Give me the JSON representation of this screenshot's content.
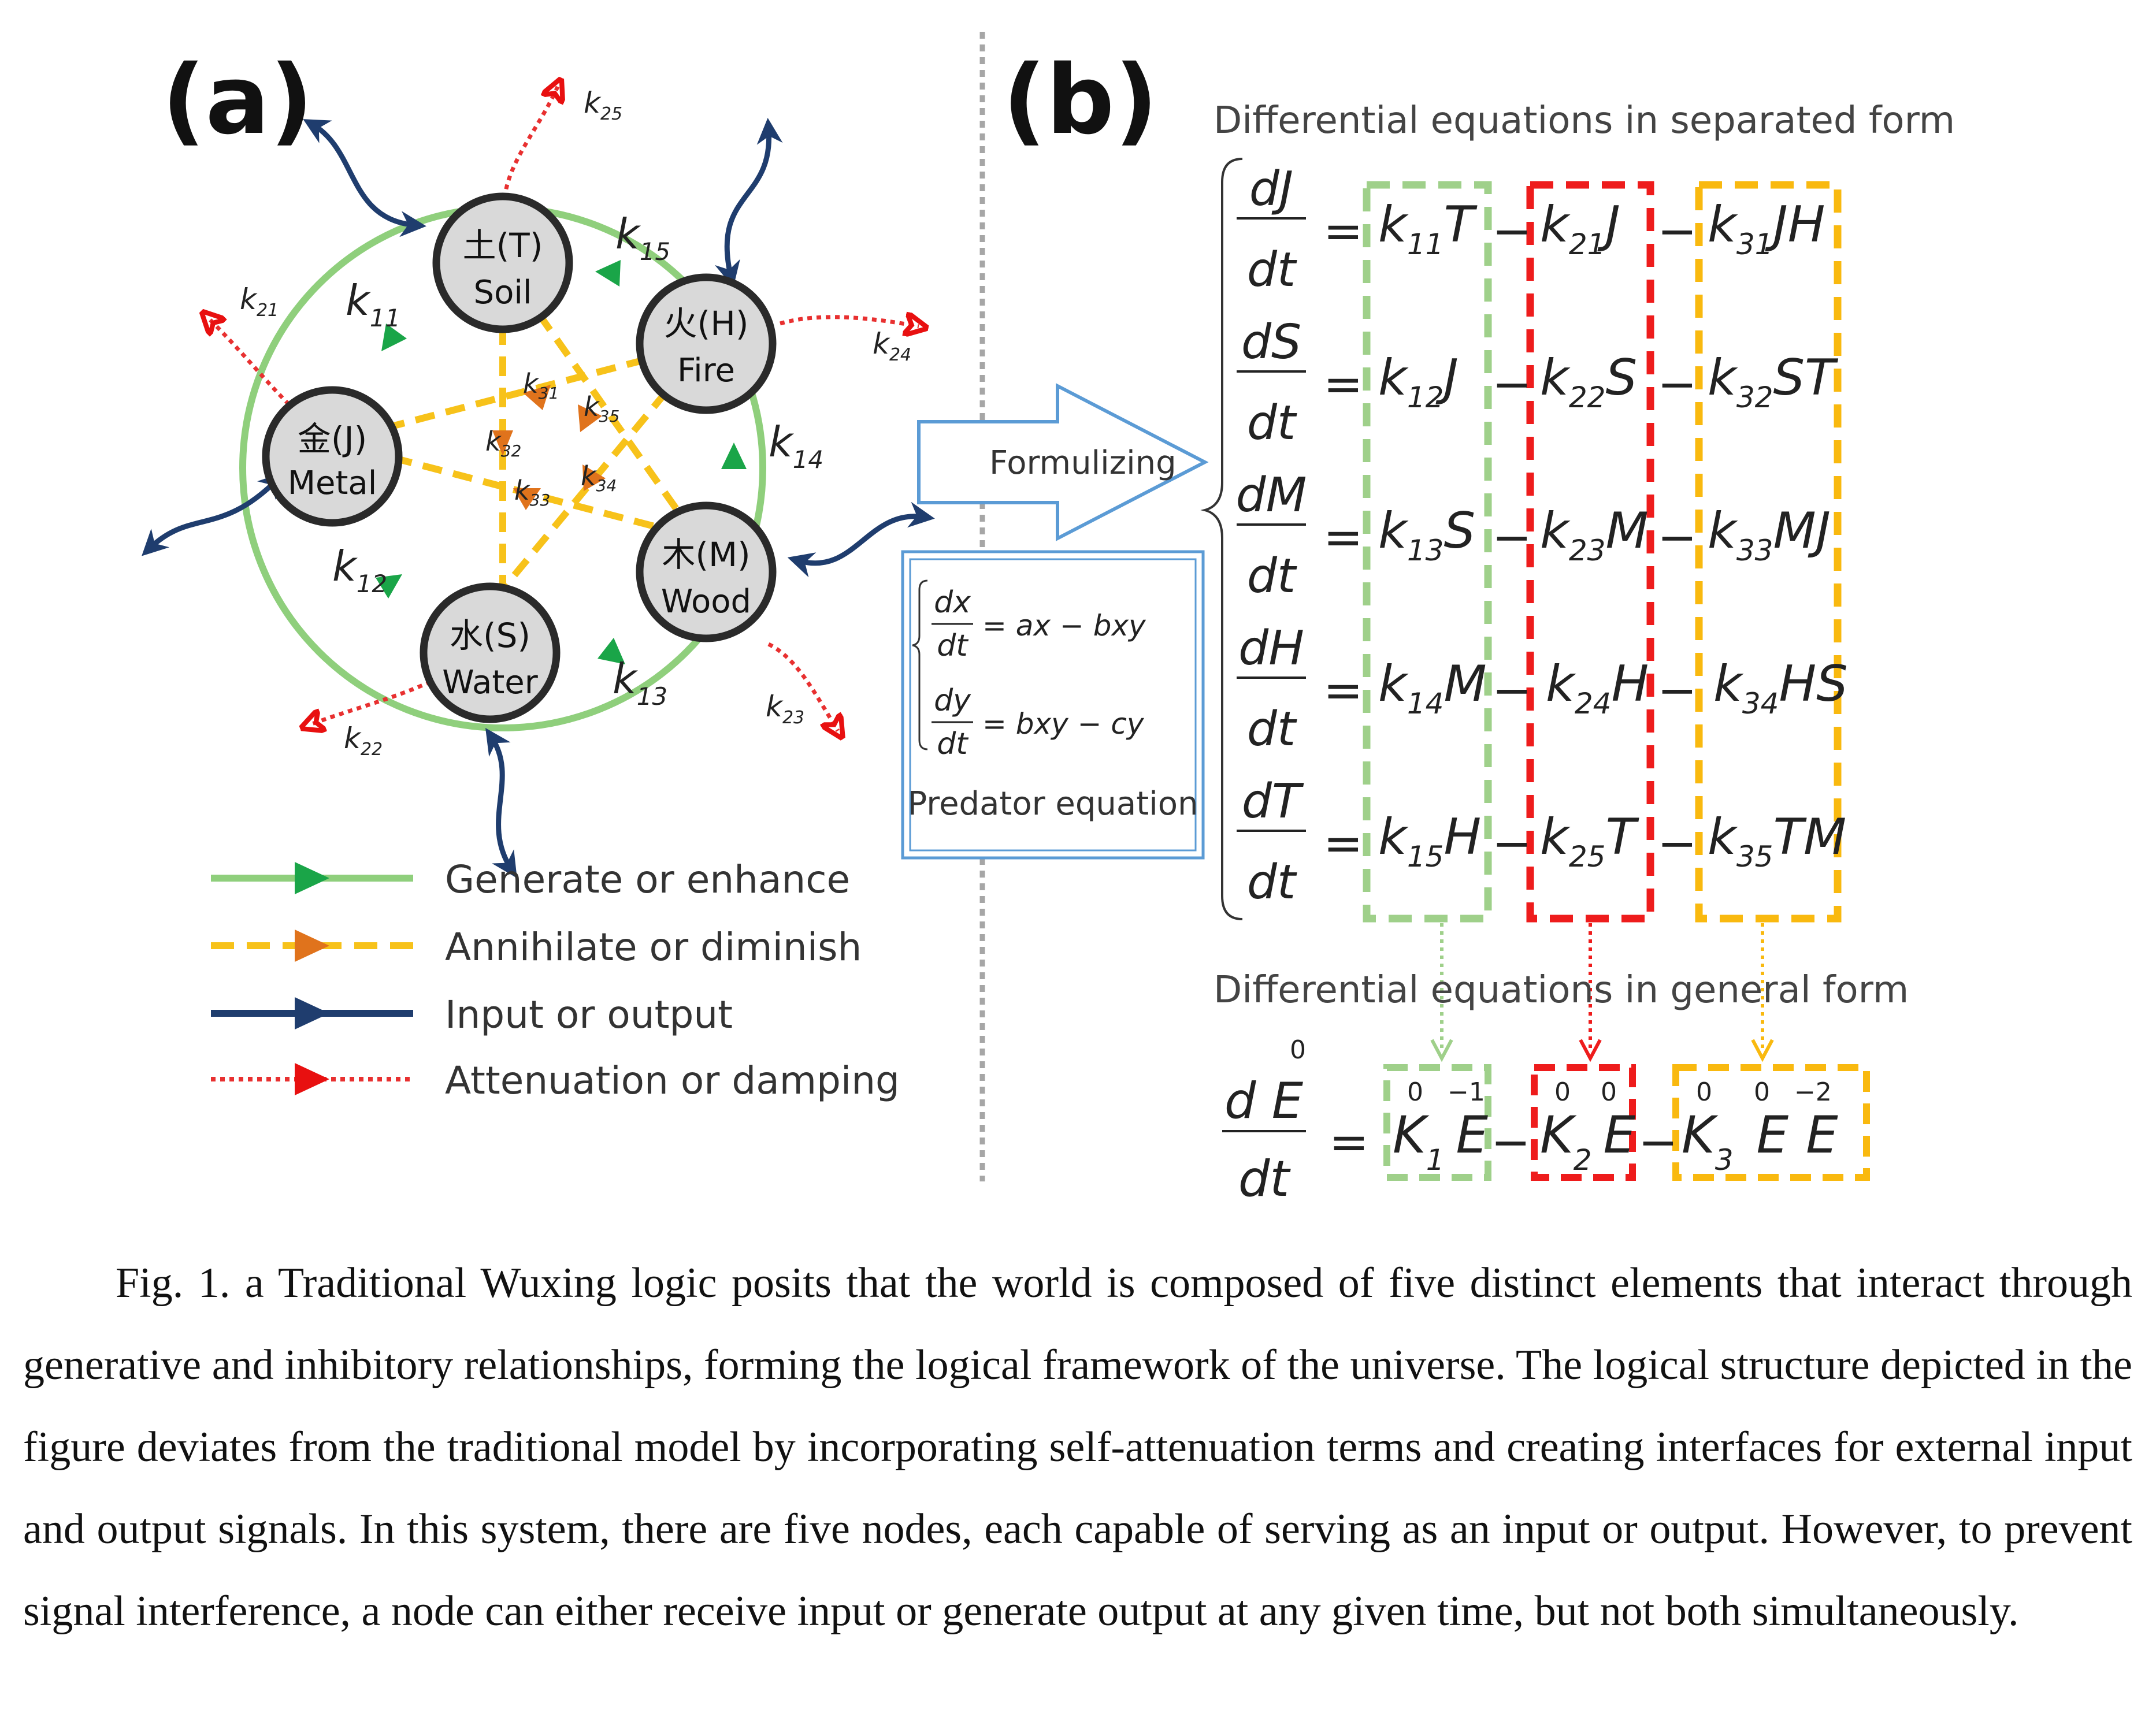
{
  "panel_a": {
    "label": "(a)",
    "nodes": [
      {
        "id": "soil",
        "char": "土",
        "code": "T",
        "name": "Soil"
      },
      {
        "id": "fire",
        "char": "火",
        "code": "H",
        "name": "Fire"
      },
      {
        "id": "metal",
        "char": "金",
        "code": "J",
        "name": "Metal"
      },
      {
        "id": "wood",
        "char": "木",
        "code": "M",
        "name": "Wood"
      },
      {
        "id": "water",
        "char": "水",
        "code": "S",
        "name": "Water"
      }
    ],
    "rate_labels": [
      "k",
      "11",
      "12",
      "13",
      "14",
      "15",
      "21",
      "22",
      "23",
      "24",
      "25",
      "31",
      "32",
      "33",
      "34",
      "35"
    ],
    "legend": [
      {
        "label": "Generate or enhance",
        "color": "#8fcf7c",
        "arrow": "#1aa548"
      },
      {
        "label": "Annihilate or diminish",
        "color": "#f7c21a",
        "arrow": "#e0731c"
      },
      {
        "label": "Input or output",
        "color": "#1f3d6e",
        "arrow": "#1f3d6e"
      },
      {
        "label": "Attenuation or damping",
        "color": "#e83030",
        "arrow": "#e81010"
      }
    ]
  },
  "panel_b": {
    "label": "(b)",
    "heading_separated": "Differential equations in separated form",
    "heading_general": "Differential equations in general form",
    "arrow_label": "Formulizing",
    "predator": {
      "eq1_lhs_num": "dx",
      "eq1_lhs_den": "dt",
      "eq1_rhs": "= ax − bxy",
      "eq2_lhs_num": "dy",
      "eq2_lhs_den": "dt",
      "eq2_rhs": "= bxy − cy",
      "caption": "Predator equation"
    },
    "equations": [
      {
        "num": "dJ",
        "den": "dt",
        "t1": [
          "11",
          "T"
        ],
        "t2": [
          "21",
          "J"
        ],
        "t3": [
          "31",
          "JH"
        ]
      },
      {
        "num": "dS",
        "den": "dt",
        "t1": [
          "12",
          "J"
        ],
        "t2": [
          "22",
          "S"
        ],
        "t3": [
          "32",
          "ST"
        ]
      },
      {
        "num": "dM",
        "den": "dt",
        "t1": [
          "13",
          "S"
        ],
        "t2": [
          "23",
          "M"
        ],
        "t3": [
          "33",
          "MJ"
        ]
      },
      {
        "num": "dH",
        "den": "dt",
        "t1": [
          "14",
          "M"
        ],
        "t2": [
          "24",
          "H"
        ],
        "t3": [
          "34",
          "HS"
        ]
      },
      {
        "num": "dT",
        "den": "dt",
        "t1": [
          "15",
          "H"
        ],
        "t2": [
          "25",
          "T"
        ],
        "t3": [
          "35",
          "TM"
        ]
      }
    ],
    "general": {
      "num": "d E",
      "den": "dt",
      "num_sup": "0",
      "eq": "=",
      "minus": "−",
      "k": "K",
      "e": "E",
      "k1": "1",
      "k2": "2",
      "k3": "3",
      "s0": "0",
      "sm1": "−1",
      "sm2": "−2"
    },
    "colors": {
      "green": "#9fd08a",
      "red": "#ee1c1c",
      "yellow": "#f9b90f",
      "blue": "#5b9bd5"
    }
  },
  "caption": "Fig. 1. a Traditional Wuxing logic posits that the world is composed of five distinct elements that interact through generative and inhibitory relationships, forming the logical framework of the universe. The logical structure depicted in the figure deviates from the traditional model by incorporating self-attenuation terms and creating interfaces for external input and output signals. In this system, there are five nodes, each capable of serving as an input or output. However, to prevent signal interference, a node can either receive input or generate output at any given time, but not both simultaneously."
}
